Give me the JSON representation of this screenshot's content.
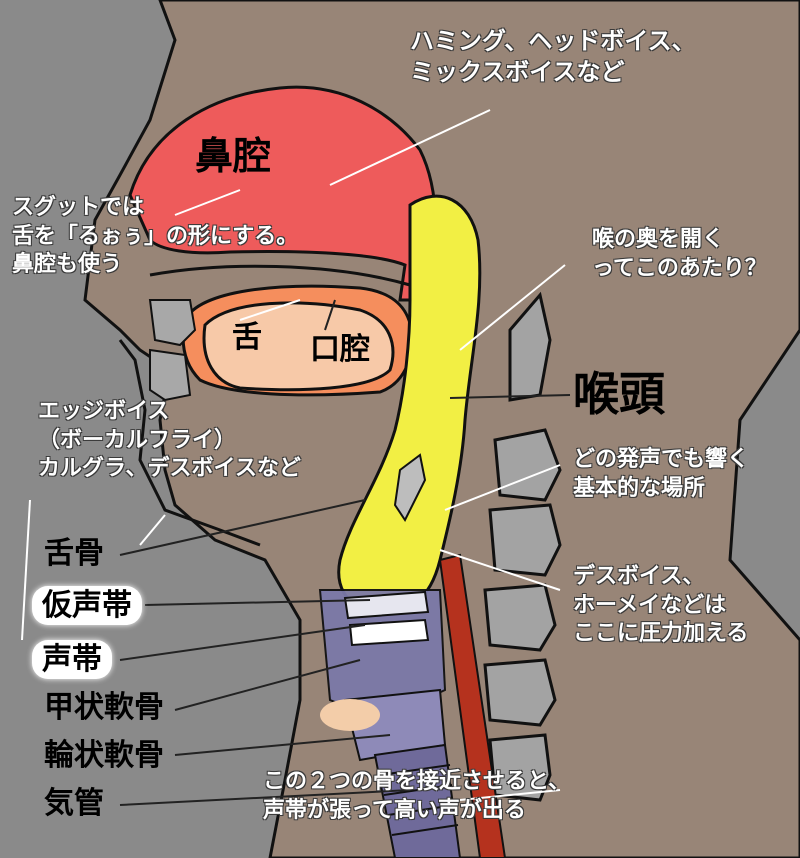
{
  "diagram": {
    "organs": {
      "nasal_cavity": "鼻腔",
      "tongue": "舌",
      "oral_cavity": "口腔",
      "larynx": "喉頭"
    },
    "notes": {
      "nasal_cavity_line1": "ハミング、ヘッドボイス、",
      "nasal_cavity_line2": "ミックスボイスなど",
      "sgut_line1": "スグットでは",
      "sgut_line2": "舌を「るぉぅ」の形にする。",
      "sgut_line3": "鼻腔も使う",
      "throat_open_line1": "喉の奥を開く",
      "throat_open_line2": "ってこのあたり？",
      "larynx_resonance_line1": "どの発声でも響く",
      "larynx_resonance_line2": "基本的な場所",
      "vocal_fry_line1": "エッジボイス",
      "vocal_fry_line2": "（ボーカルフライ）",
      "vocal_fry_line3": "カルグラ、デスボイスなど",
      "pressure_line1": "デスボイス、",
      "pressure_line2": "ホーメイなどは",
      "pressure_line3": "ここに圧力加える",
      "cartilage_line1": "この２つの骨を接近させると、",
      "cartilage_line2": "声帯が張って高い声が出る"
    },
    "parts": {
      "hyoid": "舌骨",
      "false_vocal_folds": "仮声帯",
      "vocal_folds": "声帯",
      "thyroid_cartilage": "甲状軟骨",
      "cricoid_cartilage": "輪状軟骨",
      "trachea": "気管"
    },
    "colors": {
      "background": "#8a8a8a",
      "skin": "#988577",
      "nasal_cavity": "#ee5b5b",
      "oral_cavity": "#f58e5d",
      "tongue": "#f7c9a8",
      "larynx": "#f2ef44",
      "spine": "#a3a3a3",
      "trachea": "#6f6a9a",
      "artery": "#b5321e"
    }
  }
}
